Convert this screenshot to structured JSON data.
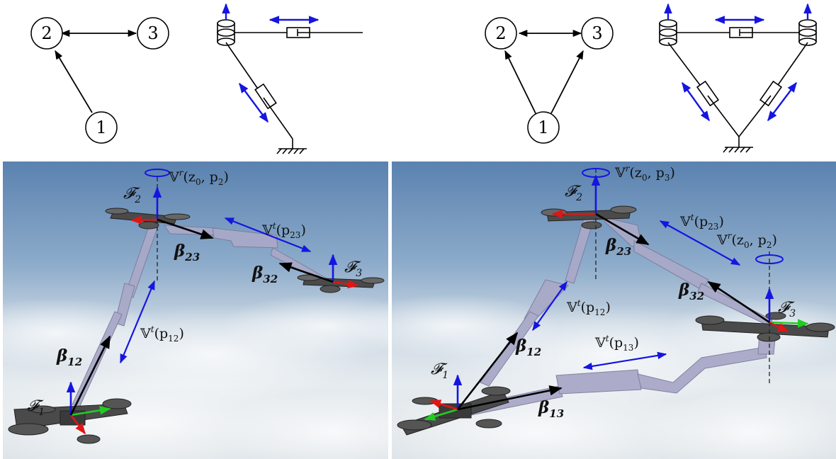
{
  "graphs": {
    "left": {
      "nodes": [
        "1",
        "2",
        "3"
      ]
    },
    "right": {
      "nodes": [
        "1",
        "2",
        "3"
      ]
    }
  },
  "left_scene": {
    "frames": {
      "f1": {
        "base": "𝓕",
        "sub": "1"
      },
      "f2": {
        "base": "𝓕",
        "sub": "2"
      },
      "f3": {
        "base": "𝓕",
        "sub": "3"
      }
    },
    "vectors": {
      "b12": {
        "base": "β",
        "sub": "12"
      },
      "b23": {
        "base": "β",
        "sub": "23"
      },
      "b32": {
        "base": "β",
        "sub": "32"
      }
    },
    "constraints": {
      "vr2": {
        "pre": "𝕍",
        "sup": "r",
        "args": "(z",
        "s1": "0",
        "mid": ", p",
        "s2": "2",
        "end": ")"
      },
      "vt23": {
        "pre": "𝕍",
        "sup": "t",
        "args": "(p",
        "s1": "23",
        "end": ")"
      },
      "vt12": {
        "pre": "𝕍",
        "sup": "t",
        "args": "(p",
        "s1": "12",
        "end": ")"
      }
    }
  },
  "right_scene": {
    "frames": {
      "f1": {
        "base": "𝓕",
        "sub": "1"
      },
      "f2": {
        "base": "𝓕",
        "sub": "2"
      },
      "f3": {
        "base": "𝓕",
        "sub": "3"
      }
    },
    "vectors": {
      "b12": {
        "base": "β",
        "sub": "12"
      },
      "b13": {
        "base": "β",
        "sub": "13"
      },
      "b23": {
        "base": "β",
        "sub": "23"
      },
      "b32": {
        "base": "β",
        "sub": "32"
      }
    },
    "constraints": {
      "vr3": {
        "pre": "𝕍",
        "sup": "r",
        "args": "(z",
        "s1": "0",
        "mid": ", p",
        "s2": "3",
        "end": ")"
      },
      "vr2": {
        "pre": "𝕍",
        "sup": "r",
        "args": "(z",
        "s1": "0",
        "mid": ", p",
        "s2": "2",
        "end": ")"
      },
      "vt23": {
        "pre": "𝕍",
        "sup": "t",
        "args": "(p",
        "s1": "23",
        "end": ")"
      },
      "vt12": {
        "pre": "𝕍",
        "sup": "t",
        "args": "(p",
        "s1": "12",
        "end": ")"
      },
      "vt13": {
        "pre": "𝕍",
        "sup": "t",
        "args": "(p",
        "s1": "13",
        "end": ")"
      }
    }
  },
  "colors": {
    "axis_z": "#1515e0",
    "axis_x": "#e01515",
    "axis_y": "#22cc22",
    "vector": "#000000",
    "constraint": "#1a1ad8",
    "link": "#a9a9c8",
    "sky_top": "#5f86b3",
    "sky_bottom": "#e9edf1"
  }
}
